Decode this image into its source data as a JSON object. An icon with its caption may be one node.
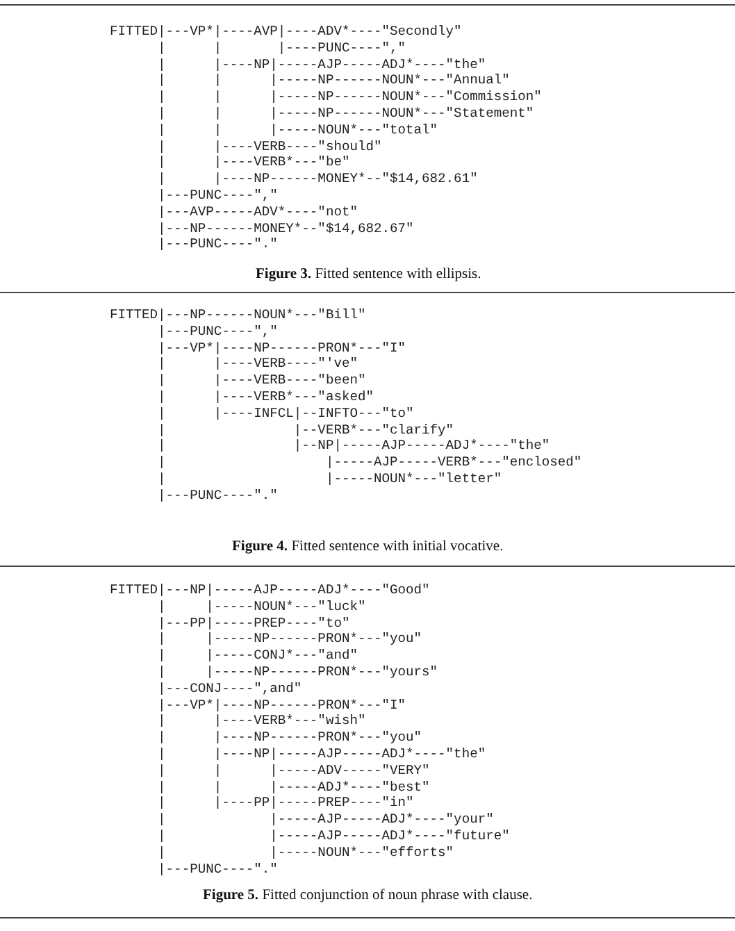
{
  "diagram": {
    "labels": [
      "FITTED|---VP*|----AVP|----ADV*----\"Secondly\"",
      "      |      |       |----PUNC----\",\"",
      "      |      |----NP|-----AJP-----ADJ*----\"the\"",
      "      |      |      |-----NP------NOUN*---\"Annual\"",
      "      |      |      |-----NP------NOUN*---\"Commission\"",
      "      |      |      |-----NP------NOUN*---\"Statement\"",
      "      |      |      |-----NOUN*---\"total\"",
      "      |      |----VERB----\"should\"",
      "      |      |----VERB*---\"be\"",
      "      |      |----NP------MONEY*--\"$14,682.61\"",
      "      |---PUNC----\",\"",
      "      |---AVP-----ADV*----\"not\"",
      "      |---NP------MONEY*--\"$14,682.67\"",
      "      |---PUNC----\".\"",
      "**Figure 3.** Fitted sentence with ellipsis.",
      "FITTED|---NP------NOUN*---\"Bill\"",
      "      |---PUNC----\",\"",
      "      |---VP*|----NP------PRON*---\"I\"",
      "      |      |----VERB----\"'ve\"",
      "      |      |----VERB----\"been\"",
      "      |      |----VERB*---\"asked\"",
      "      |      |----INFCL|--INFTO---\"to\"",
      "      |                |--VERB*---\"clarify\"",
      "      |                |--NP|-----AJP-----ADJ*----\"the\"",
      "      |                    |-----AJP-----VERB*---\"enclosed\"",
      "      |                    |-----NOUN*---\"letter\"",
      "      |---PUNC----\".\"",
      "**Figure 4.** Fitted sentence with initial vocative.",
      "FITTED|---NP|-----AJP-----ADJ*----\"Good\"",
      "      |     |-----NOUN*---\"luck\"",
      "      |---PP|-----PREP----\"to\"",
      "      |     |-----NP------PRON*---\"you\"",
      "      |     |-----CONJ*---\"and\"",
      "      |     |-----NP------PRON*---\"yours\"",
      "      |---CONJ----\",and\"",
      "      |---VP*|----NP------PRON*---\"I\"",
      "      |      |----VERB*---\"wish\"",
      "      |      |----NP------PRON*---\"you\"",
      "      |      |----NP|-----AJP-----ADJ*----\"the\"",
      "      |      |      |-----ADV-----\"VERY\"",
      "      |      |      |-----ADJ*----\"best\"",
      "      |      |----PP|-----PREP----\"in\"",
      "      |             |-----AJP-----ADJ*----\"your\"",
      "      |             |-----AJP-----ADJ*----\"future\"",
      "      |             |-----NOUN*---\"efforts\"",
      "      |---PUNC----\".\"",
      "**Figure 5.** Fitted conjunction of noun phrase with clause."
    ]
  }
}
